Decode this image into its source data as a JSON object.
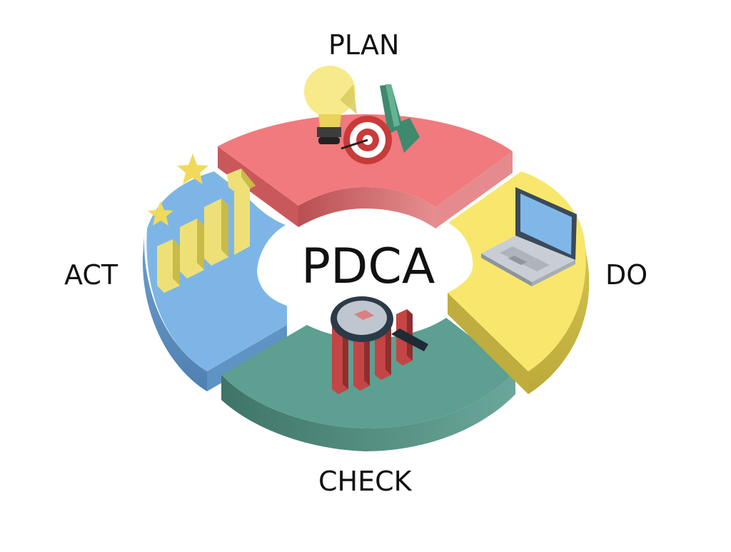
{
  "diagram": {
    "center_title": "PDCA",
    "phases": {
      "plan": {
        "label": "PLAN",
        "top": "#f07a7d",
        "side": "#c4585c",
        "illustration": "lightbulb-target-chart-icon"
      },
      "do": {
        "label": "DO",
        "top": "#f8e76c",
        "side": "#cdbb48",
        "illustration": "laptop-icon"
      },
      "check": {
        "label": "CHECK",
        "top": "#5d9f91",
        "side": "#447a70",
        "illustration": "magnifier-bar-chart-icon"
      },
      "act": {
        "label": "ACT",
        "top": "#7db6e6",
        "side": "#5b8fbd",
        "illustration": "rising-bars-stars-icon"
      }
    }
  }
}
